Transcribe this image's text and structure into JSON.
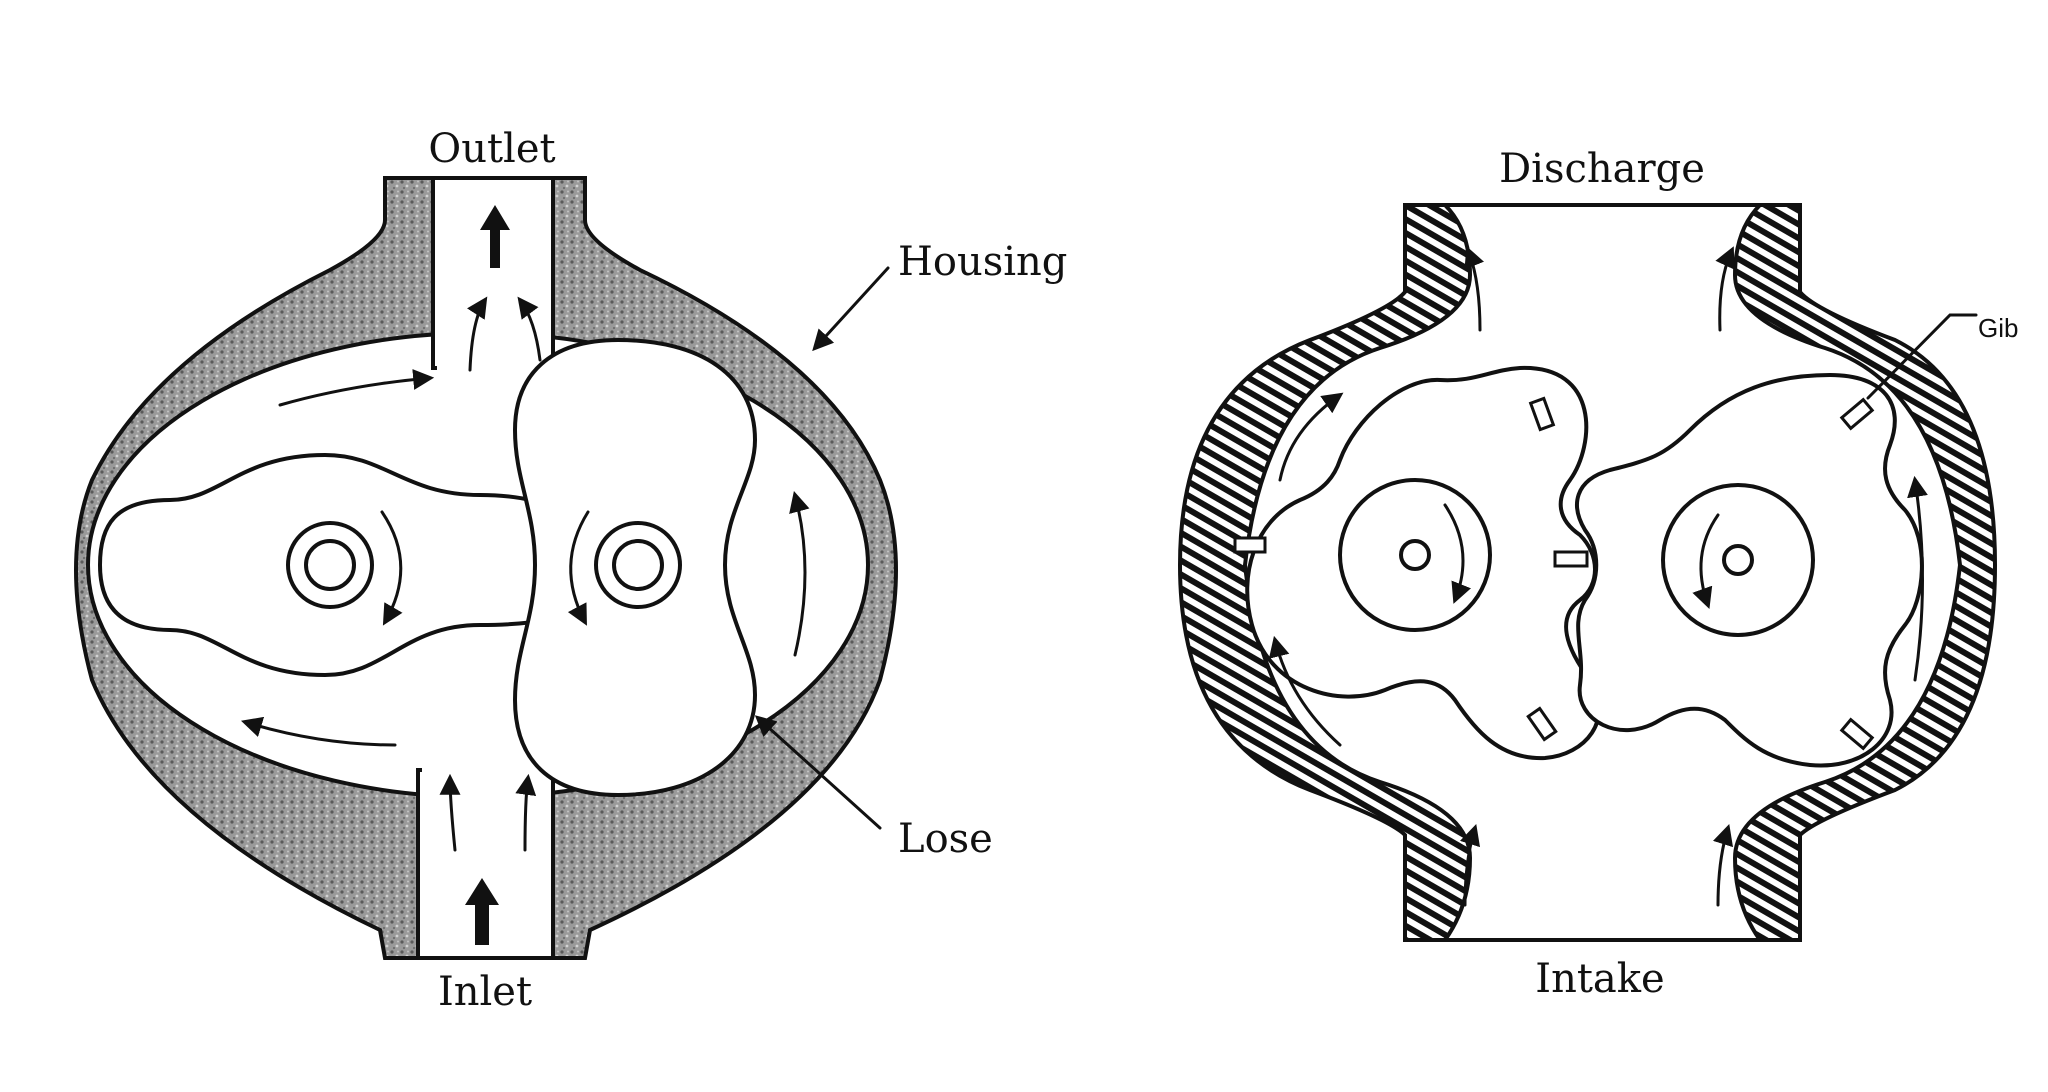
{
  "left_diagram": {
    "labels": {
      "outlet": "Outlet",
      "inlet": "Inlet",
      "housing": "Housing",
      "lose": "Lose"
    }
  },
  "right_diagram": {
    "labels": {
      "discharge": "Discharge",
      "intake": "Intake",
      "gib": "Gib"
    }
  }
}
